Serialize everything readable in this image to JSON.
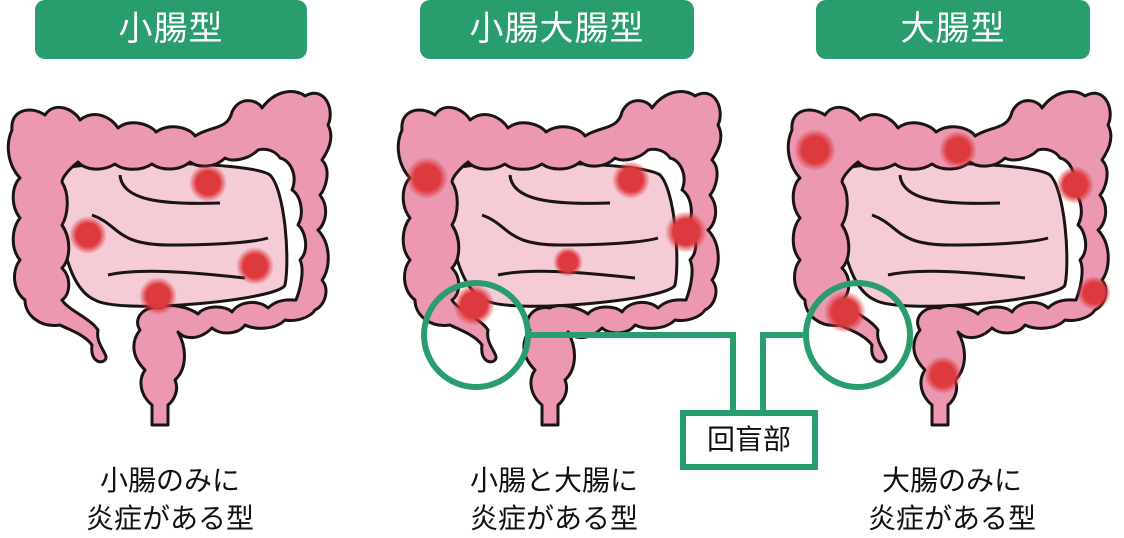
{
  "colors": {
    "accent_green": "#2a9d6e",
    "colon_fill": "#eb98b0",
    "small_intestine_fill": "#f5cbd6",
    "outline": "#1a1414",
    "inflammation_red": "#dd3a40"
  },
  "panels": [
    {
      "title": "小腸型",
      "caption_line1": "小腸のみに",
      "caption_line2": "炎症がある型",
      "inflammation_sites": [
        "small-intestine-upper-right",
        "small-intestine-left",
        "small-intestine-right",
        "small-intestine-lower"
      ]
    },
    {
      "title": "小腸大腸型",
      "caption_line1": "小腸と大腸に",
      "caption_line2": "炎症がある型",
      "inflammation_sites": [
        "ascending-colon-upper",
        "small-intestine-upper-right",
        "descending-colon",
        "small-intestine-center",
        "ileocecal"
      ]
    },
    {
      "title": "大腸型",
      "caption_line1": "大腸のみに",
      "caption_line2": "炎症がある型",
      "inflammation_sites": [
        "hepatic-flexure",
        "transverse-colon",
        "descending-colon-upper",
        "descending-colon-lower",
        "ileocecal",
        "sigmoid-colon"
      ]
    }
  ],
  "callout": {
    "label": "回盲部"
  }
}
